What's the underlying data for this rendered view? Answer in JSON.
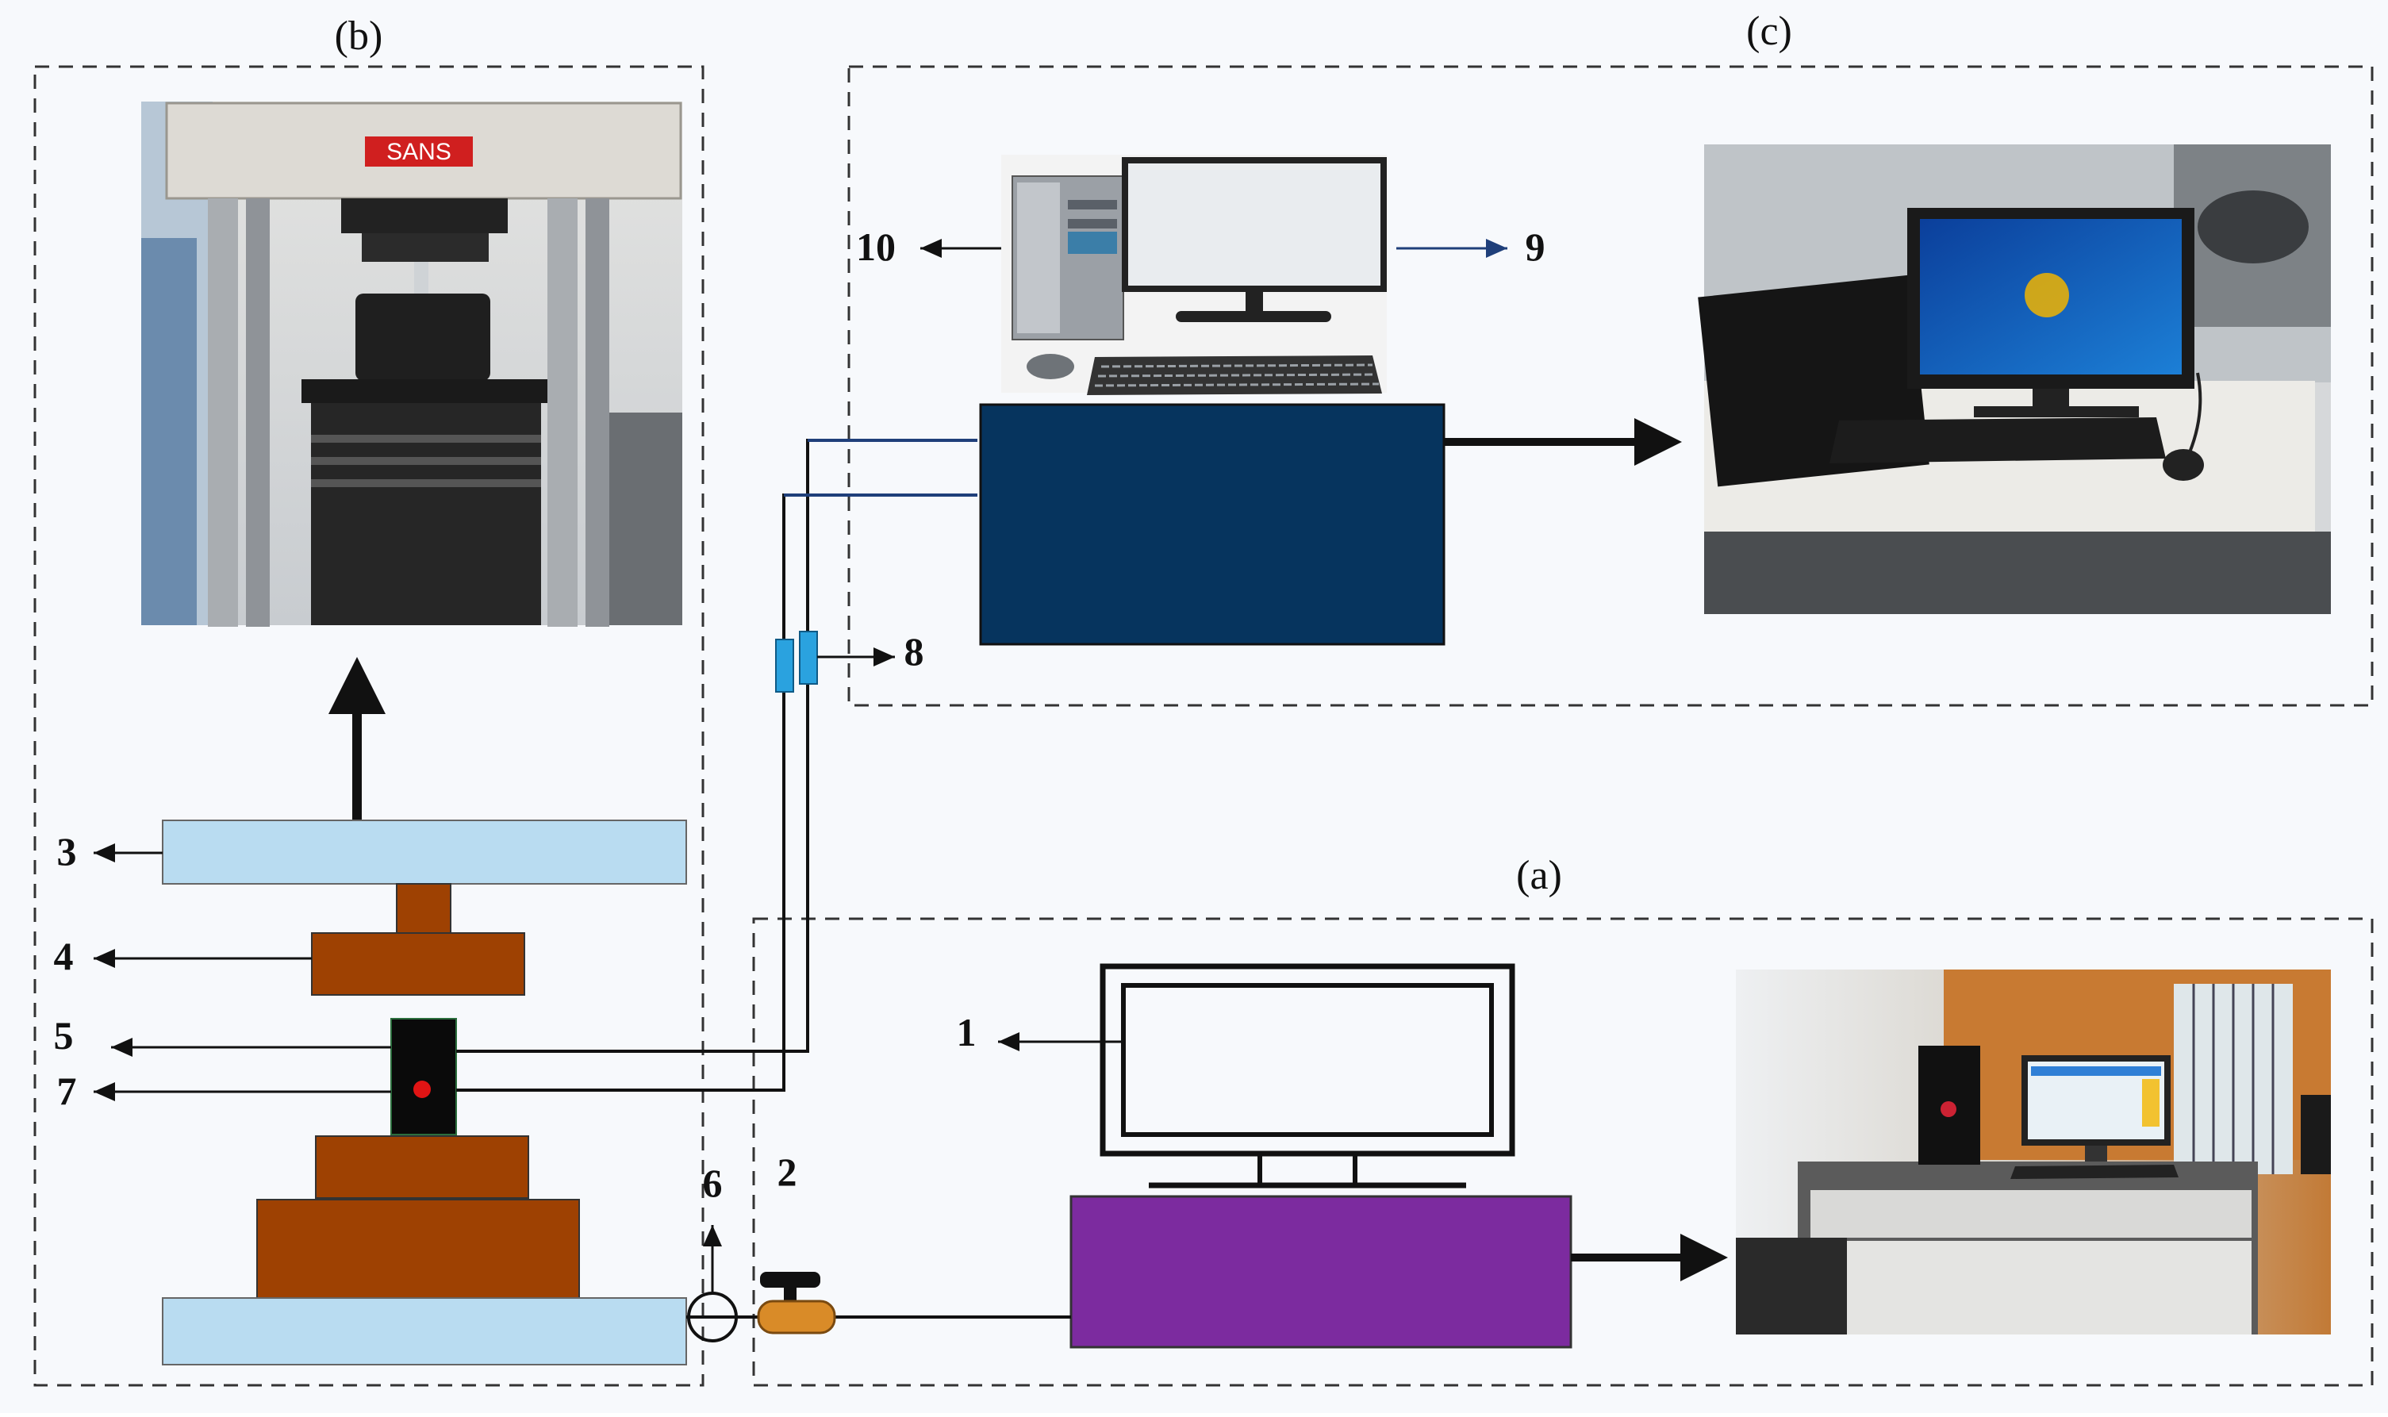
{
  "panels": {
    "a": "(a)",
    "b": "(b)",
    "c": "(c)"
  },
  "callouts": {
    "n1": "1",
    "n2": "2",
    "n3": "3",
    "n4": "4",
    "n5": "5",
    "n6": "6",
    "n7": "7",
    "n8": "8",
    "n9": "9",
    "n10": "10"
  },
  "photo_text": {
    "press_logo": "SANS"
  },
  "colors": {
    "background": "#f7f9fc",
    "platen": "#b9dcf1",
    "specimen_block": "#9e4102",
    "sample": "#0a0a0a",
    "sensor_dot": "#e11414",
    "acquisition_box": "#06345e",
    "controller_box": "#7c2b9f",
    "connector": "#2aa2df",
    "valve": "#d98b28",
    "wire_blue": "#1f3f7a",
    "dashed_border": "#333333"
  },
  "icons": {
    "desktop_computer": "desktop-computer-icon",
    "monitor": "monitor-icon",
    "keyboard": "keyboard-icon",
    "mouse": "mouse-icon",
    "valve": "valve-icon",
    "pressure_gauge": "pressure-gauge-icon"
  }
}
